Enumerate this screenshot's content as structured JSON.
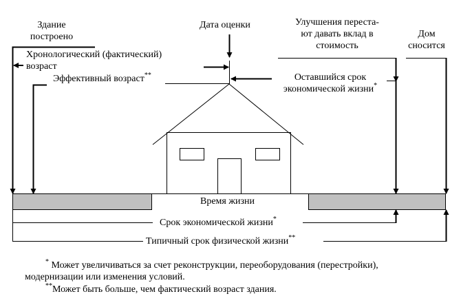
{
  "labels": {
    "building_built_1": "Здание",
    "building_built_2": "построено",
    "valuation_date": "Дата оценки",
    "improvements_1": "Улучшения переста-",
    "improvements_2": "ют давать вклад в",
    "improvements_3": "стоимость",
    "demolished_1": "Дом",
    "demolished_2": "сносится",
    "chrono_age_1": "Хронологический (фактический)",
    "chrono_age_2": "возраст",
    "effective_age": "Эффективный возраст",
    "effective_age_mark": "**",
    "remaining_1": "Оставшийся срок",
    "remaining_2": "экономической жизни",
    "remaining_mark": "*",
    "lifetime": "Время жизни",
    "economic_life": "Срок экономической жизни",
    "economic_life_mark": "*",
    "physical_life": "Типичный срок физической жизни",
    "physical_life_mark": "**"
  },
  "footnotes": {
    "note1_mark": "*",
    "note1_line1": "Может увеличиваться за счет реконструкции, переоборудования (перестройки),",
    "note1_line2": "модернизации или изменения условий.",
    "note2_mark": "**",
    "note2_line1": "Может быть больше, чем фактический возраст здания."
  },
  "colors": {
    "bar_fill": "#c0c0c0",
    "line": "#000000"
  }
}
